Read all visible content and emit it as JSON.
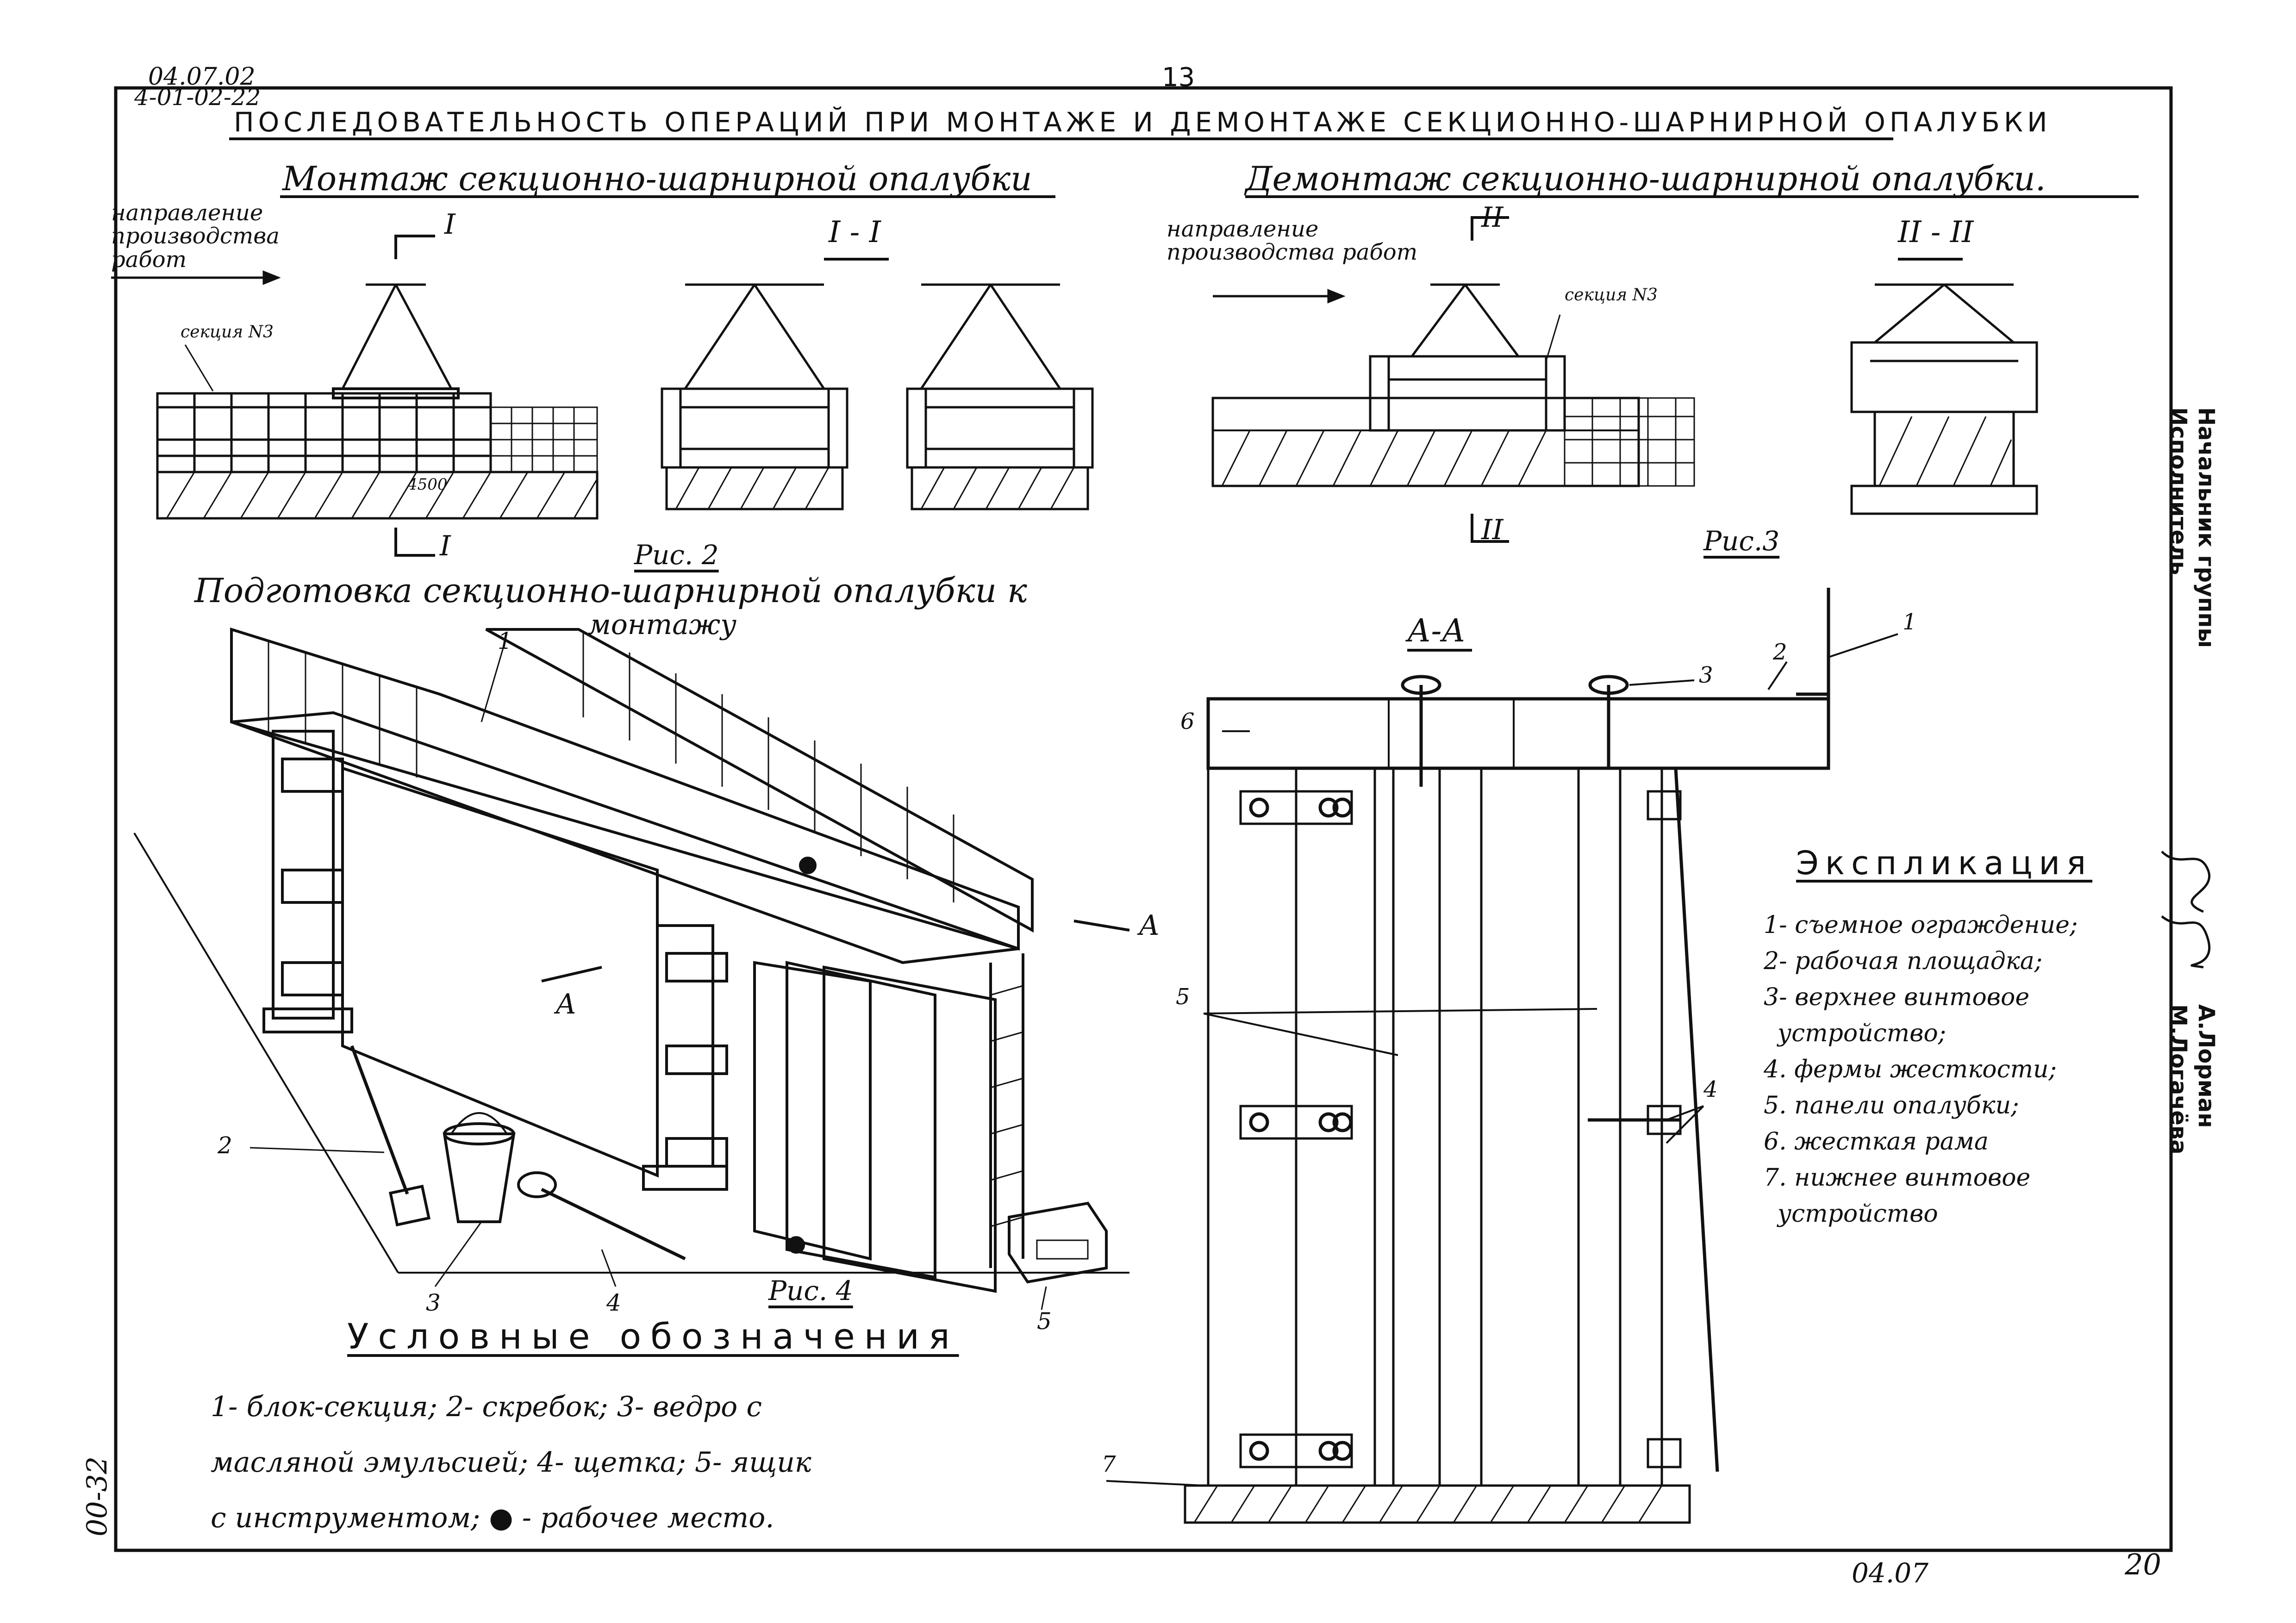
{
  "sheet": {
    "code_top": "04.07.02",
    "series": "4-01-02-22",
    "page_number": "13",
    "main_title": "ПОСЛЕДОВАТЕЛЬНОСТЬ ОПЕРАЦИЙ ПРИ МОНТАЖЕ И ДЕМОНТАЖЕ СЕКЦИОННО-ШАРНИРНОЙ ОПАЛУБКИ",
    "left_margin_code": "00-32",
    "bottom_code": "04.07",
    "bottom_number": "20"
  },
  "montage": {
    "title": "Монтаж секционно-шарнирной опалубки",
    "direction_label": "направление производства работ",
    "section_label": "секция N3",
    "cut_mark": "I",
    "section_title": "I - I",
    "dimension": "4500",
    "figure_caption": "Рис. 2"
  },
  "demontage": {
    "title": "Демонтаж секционно-шарнирной опалубки.",
    "direction_label": "направление производства работ",
    "section_label": "секция N3",
    "cut_mark": "II",
    "section_title": "II - II",
    "figure_caption": "Рис.3"
  },
  "preparation": {
    "title_line1": "Подготовка секционно-шарнирной опалубки к",
    "title_line2": "монтажу",
    "figure_caption": "Рис. 4",
    "view_mark": "А",
    "callouts": [
      "1",
      "2",
      "3",
      "4",
      "5"
    ]
  },
  "section_aa": {
    "title": "А-А",
    "callouts": [
      "1",
      "2",
      "3",
      "4",
      "5",
      "6",
      "7"
    ]
  },
  "explication": {
    "title": "Экспликация",
    "items": [
      "1- съемное ограждение;",
      "2- рабочая площадка;",
      "3- верхнее винтовое",
      "устройство;",
      "4. фермы жесткости;",
      "5. панели опалубки;",
      "6. жесткая рама",
      "7. нижнее винтовое",
      "устройство"
    ]
  },
  "legend": {
    "title": "Условные обозначения",
    "lines": [
      "1- блок-секция; 2- скребок; 3- ведро с",
      "масляной эмульсией; 4- щетка; 5- ящик",
      "с инструментом; ● - рабочее место."
    ]
  },
  "stamp": {
    "role": "Начальник группы",
    "role2": "Исполнитель",
    "names": [
      "А.Лорман",
      "М.Логачёва"
    ]
  }
}
